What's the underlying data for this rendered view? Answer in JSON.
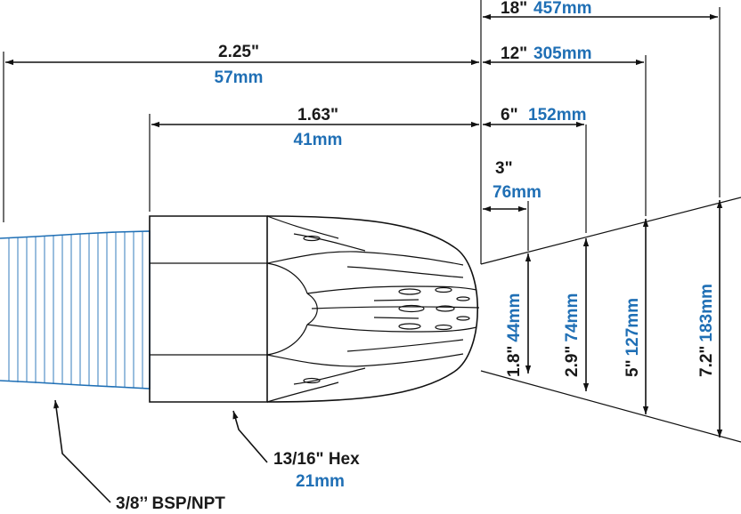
{
  "colors": {
    "dimension_text": "#1a1a1a",
    "metric_text": "#1f6fb5",
    "thread_lines": "#1f6fb5",
    "outline": "#111111"
  },
  "overall_length": {
    "imperial": "2.25\"",
    "metric": "57mm"
  },
  "body_length": {
    "imperial": "1.63\"",
    "metric": "41mm"
  },
  "hex": {
    "imperial": "13/16\" Hex",
    "metric": "21mm"
  },
  "thread": {
    "label": "3/8’’ BSP/NPT"
  },
  "distances": [
    {
      "imperial": "18\"",
      "metric": "457mm"
    },
    {
      "imperial": "12\"",
      "metric": "305mm"
    },
    {
      "imperial": "6\"",
      "metric": "152mm"
    },
    {
      "imperial": "3\"",
      "metric": "76mm"
    }
  ],
  "widths": [
    {
      "imperial": "1.8\"",
      "metric": "44mm"
    },
    {
      "imperial": "2.9\"",
      "metric": "74mm"
    },
    {
      "imperial": "5\"",
      "metric": "127mm"
    },
    {
      "imperial": "7.2\"",
      "metric": "183mm"
    }
  ]
}
